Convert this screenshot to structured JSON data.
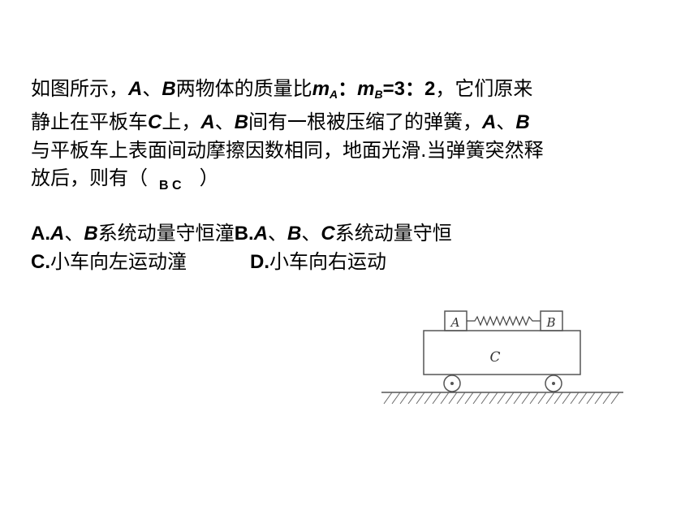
{
  "question": {
    "p1": "如图所示，",
    "A": "A",
    "sep1": "、",
    "B": "B",
    "p2": "两物体的质量比",
    "m": "m",
    "subA": "A",
    "colon1": "：",
    "subB": "B",
    "ratio": "=3：2",
    "p3": "，它们原来",
    "l2a": "静止在平板车",
    "C": "C",
    "l2b": "上，",
    "l2c": "、",
    "l2d": "间有一根被压缩了的弹簧，",
    "l2e": "、",
    "l3": "与平板车上表面间动摩擦因数相同，地面光滑.当弹簧突然释",
    "l4a": "放后，则有（",
    "answer": "B C",
    "l4b": "）"
  },
  "options": {
    "a_label": "A.",
    "a_text1": "、",
    "a_text2": "系统动量守恒",
    "junk": "潼",
    "b_label": "B.",
    "b_text1": "、",
    "b_text2": "、",
    "b_text3": "系统动量守恒",
    "c_label": "C.",
    "c_text": "小车向左运动",
    "d_label": "D.",
    "d_text": "小车向右运动"
  },
  "figure": {
    "block_a": "A",
    "block_b": "B",
    "cart": "C"
  }
}
